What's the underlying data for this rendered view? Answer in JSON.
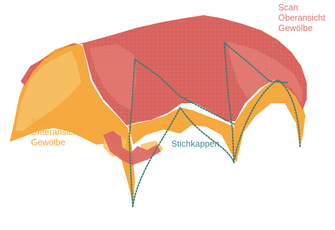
{
  "labels": {
    "oberansicht": {
      "lines": [
        "Scan",
        "Oberansicht",
        "Gewölbe"
      ],
      "color": "#e0736f"
    },
    "unteransicht": {
      "lines": [
        "Scan",
        "Unteransicht",
        "Gewölbe"
      ],
      "color": "#f1a53c"
    },
    "stichkappen": {
      "text": "Stichkappen",
      "color": "#3f8c8f"
    }
  },
  "colors": {
    "scan_top": "#d9645f",
    "scan_top_light": "#e98b80",
    "scan_bottom": "#f5a93e",
    "scan_bottom_light": "#f8c26a",
    "rib_line": "#3f7d74"
  }
}
